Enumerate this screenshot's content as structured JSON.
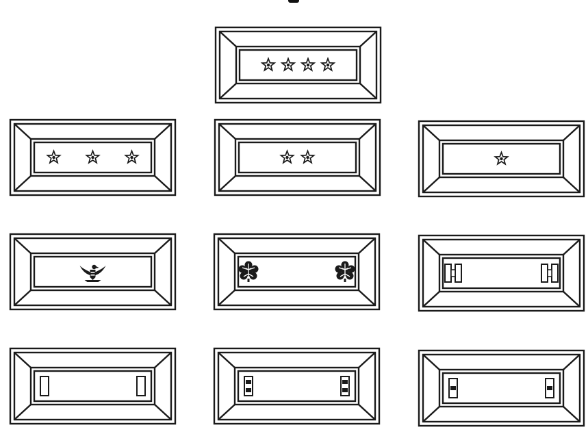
{
  "insignia": {
    "ink": "#1a1a1a",
    "paper": "#ffffff",
    "rows": [
      {
        "items": [
          {
            "rank": "general",
            "device": "star",
            "count": 4
          }
        ]
      },
      {
        "items": [
          {
            "rank": "lieutenant-general",
            "device": "star",
            "count": 3
          },
          {
            "rank": "major-general",
            "device": "star",
            "count": 2
          },
          {
            "rank": "brigadier-general",
            "device": "star",
            "count": 1
          }
        ]
      },
      {
        "items": [
          {
            "rank": "colonel",
            "device": "eagle",
            "count": 1
          },
          {
            "rank": "lieutenant-colonel",
            "device": "oak-leaf",
            "count": 2
          },
          {
            "rank": "captain",
            "device": "double-bar",
            "count": 2
          }
        ]
      },
      {
        "items": [
          {
            "rank": "first-lieutenant",
            "device": "single-bar",
            "count": 2
          },
          {
            "rank": "second-lieutenant",
            "device": "single-bar-two-stripe",
            "count": 2
          },
          {
            "rank": "warrant-officer",
            "device": "single-bar-one-stripe",
            "count": 2
          }
        ]
      }
    ]
  }
}
